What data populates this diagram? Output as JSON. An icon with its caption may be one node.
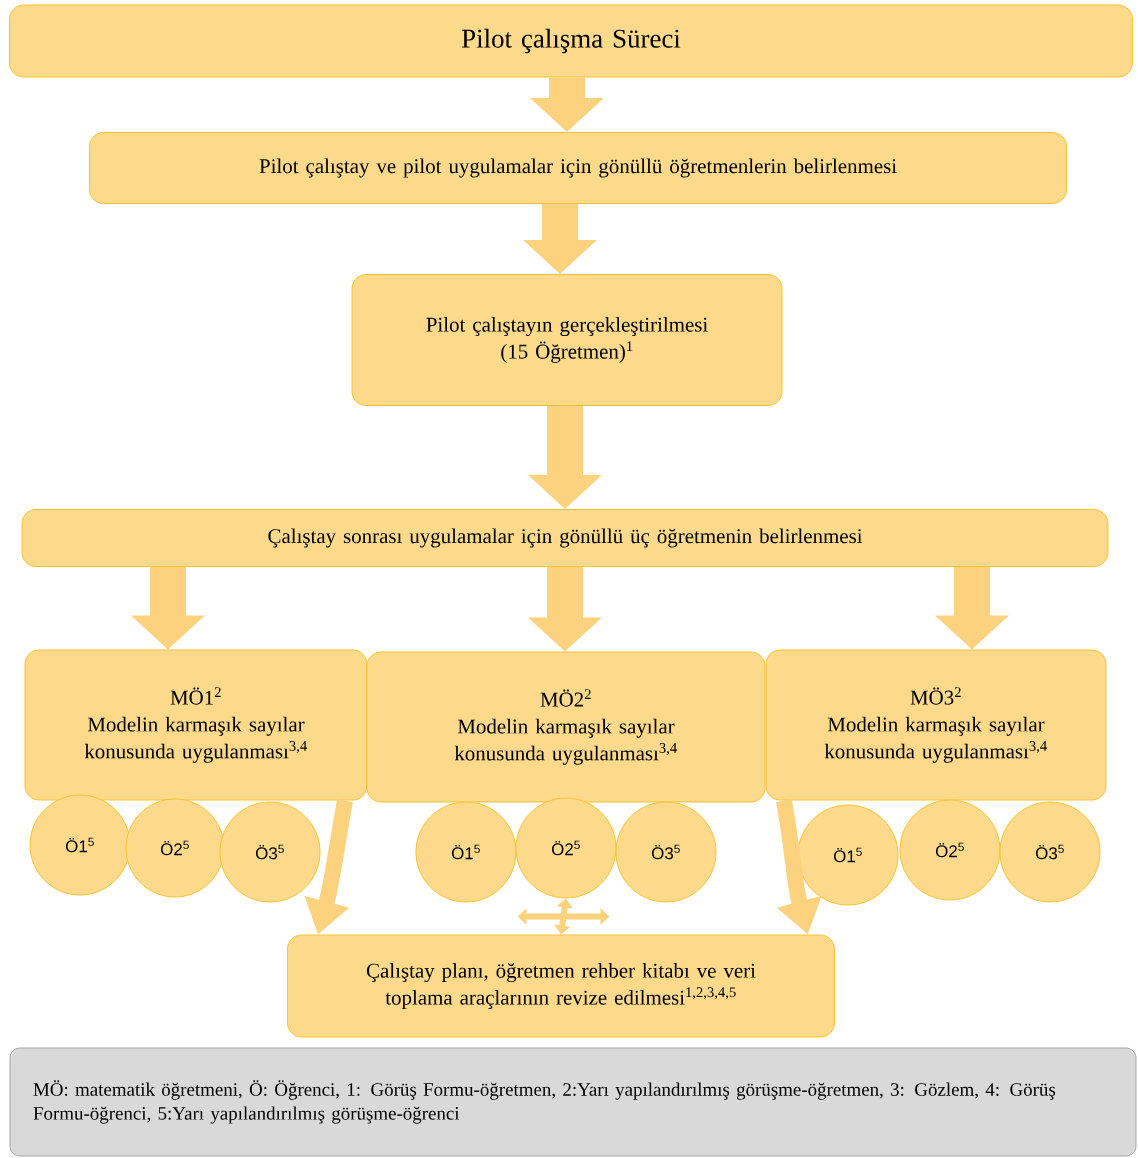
{
  "diagram": {
    "nodes": [
      {
        "text": [
          "Pilot çalışma Süreci"
        ]
      },
      {
        "text": [
          "Pilot çalıştay ve pilot uygulamalar için gönüllü öğretmenlerin belirlenmesi"
        ]
      },
      {
        "text": [
          "Pilot çalıştayın gerçekleştirilmesi (15 Öğretmen)$^{1}$"
        ]
      },
      {
        "text": [
          "Çalıştay sonrası uygulamalar için gönüllü üç öğretmenin belirlenmesi"
        ]
      },
      {
        "text": [
          "MÖ1$^{2}$",
          "Modelin karmaşık sayılar konusunda uygulanması$^{3,4}$"
        ]
      },
      {
        "text": [
          "MÖ2$^{2}$",
          "Modelin karmaşık sayılar konusunda uygulanması$^{3,4}$"
        ]
      },
      {
        "text": [
          "MÖ3$^{2}$",
          "Modelin karmaşık sayılar konusunda uygulanması$^{3,4}$"
        ]
      },
      {
        "text": [
          "Ö1$^{5}$"
        ]
      },
      {
        "text": [
          "Ö2$^{5}$"
        ]
      },
      {
        "text": [
          "Ö3$^{5}$"
        ]
      },
      {
        "text": [
          "Ö1$^{5}$"
        ]
      },
      {
        "text": [
          "Ö2$^{5}$"
        ]
      },
      {
        "text": [
          "Ö3$^{5}$"
        ]
      },
      {
        "text": [
          "Ö1$^{5}$"
        ]
      },
      {
        "text": [
          "Ö2$^{5}$"
        ]
      },
      {
        "text": [
          "Ö3$^{5}$"
        ]
      },
      {
        "text": [
          "Çalıştay planı, öğretmen rehber kitabı ve veri toplama araçlarının revize edilmesi$^{1,2,3,4,5}$"
        ]
      },
      {
        "text": [
          "MÖ: matematik öğretmeni, Ö: Öğrenci, 1: Görüş Formu-öğretmen, 2:Yarı yapılandırılmış görüşme-öğretmen, 3: Gözlem, 4: Görüş Formu-öğrenci, 5:Yarı yapılandırılmış görüşme-öğrenci"
        ]
      }
    ],
    "edges": [
      {
        "from": 0,
        "to": 1,
        "arrow": "to"
      },
      {
        "from": 1,
        "to": 2,
        "arrow": "to"
      },
      {
        "from": 2,
        "to": 3,
        "arrow": "to"
      },
      {
        "from": 3,
        "to": 4,
        "arrow": "to"
      },
      {
        "from": 3,
        "to": 5,
        "arrow": "to"
      },
      {
        "from": 3,
        "to": 6,
        "arrow": "to"
      },
      {
        "from": 4,
        "to": 16,
        "arrow": "to"
      },
      {
        "from": 6,
        "to": 16,
        "arrow": "to"
      },
      {
        "from": 11,
        "to": 16,
        "arrow": "both"
      }
    ]
  }
}
